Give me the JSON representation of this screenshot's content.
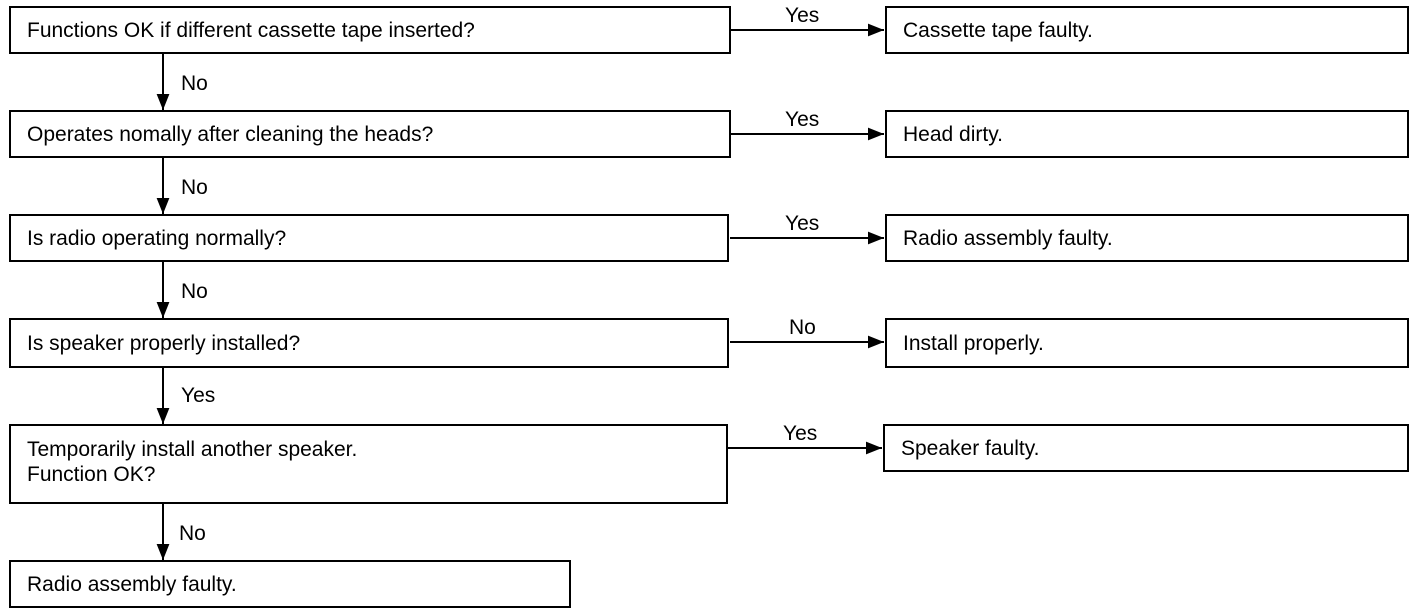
{
  "steps": [
    {
      "question": "Functions OK if different cassette tape inserted?",
      "branch_label": "Yes",
      "result": "Cassette tape faulty.",
      "down_label": "No"
    },
    {
      "question": "Operates nomally after cleaning the heads?",
      "branch_label": "Yes",
      "result": "Head dirty.",
      "down_label": "No"
    },
    {
      "question": "Is radio operating normally?",
      "branch_label": "Yes",
      "result": "Radio assembly faulty.",
      "down_label": "No"
    },
    {
      "question": "Is speaker properly installed?",
      "branch_label": "No",
      "result": "Install properly.",
      "down_label": "Yes"
    },
    {
      "question": "Temporarily install another speaker.\nFunction OK?",
      "branch_label": "Yes",
      "result": "Speaker faulty.",
      "down_label": "No"
    }
  ],
  "final": "Radio assembly faulty."
}
